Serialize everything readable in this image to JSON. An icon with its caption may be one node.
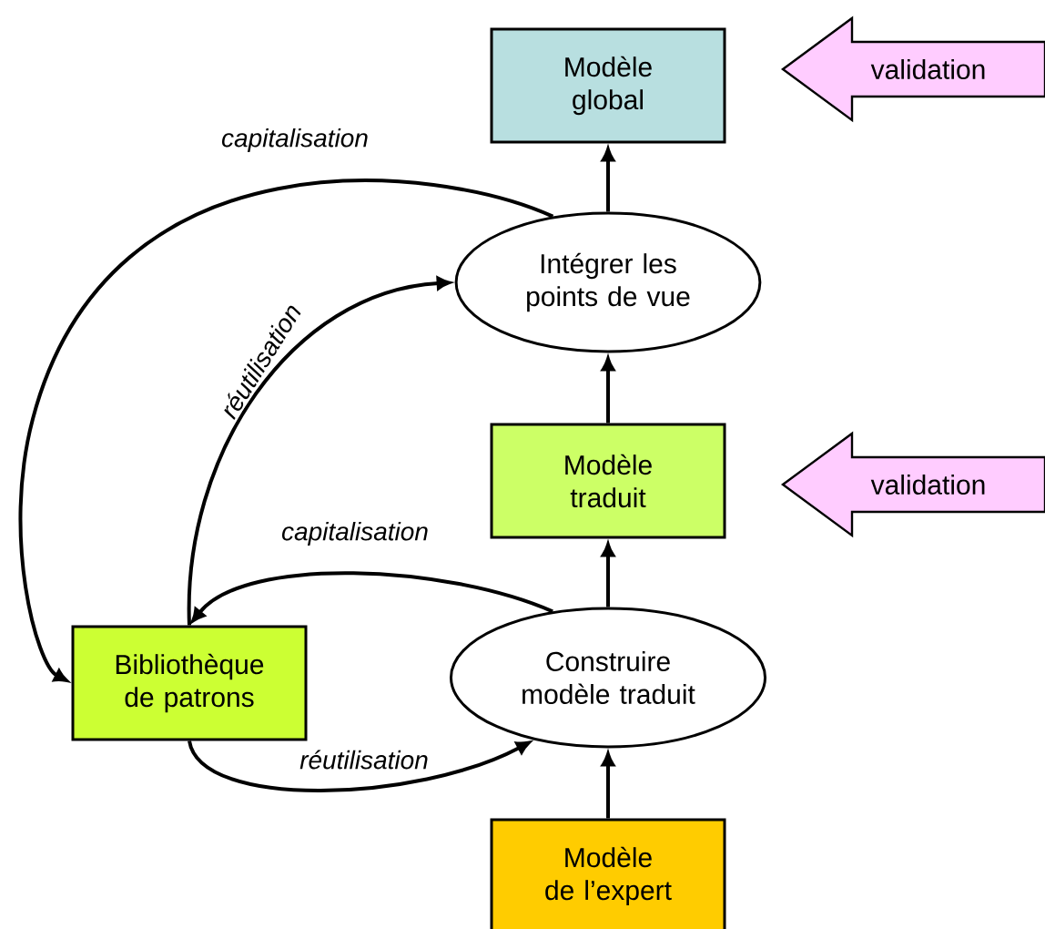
{
  "diagram": {
    "nodes": [
      {
        "text": [
          "Modèle global"
        ]
      },
      {
        "text": [
          "Intégrer les points de vue"
        ]
      },
      {
        "text": [
          "Modèle traduit"
        ]
      },
      {
        "text": [
          "Construire modèle traduit"
        ]
      },
      {
        "text": [
          "Bibliothèque de patrons"
        ]
      },
      {
        "text": [
          "Modèle de l’expert"
        ]
      },
      {
        "text": [
          "validation"
        ]
      },
      {
        "text": [
          "validation"
        ]
      }
    ],
    "edges": [
      {
        "from": 5,
        "to": 3,
        "arrow": "to"
      },
      {
        "from": 3,
        "to": 2,
        "arrow": "to"
      },
      {
        "from": 2,
        "to": 1,
        "arrow": "to"
      },
      {
        "from": 1,
        "to": 0,
        "arrow": "to"
      },
      {
        "from": 1,
        "to": 4,
        "arrow": "to",
        "label": "capitalisation"
      },
      {
        "from": 4,
        "to": 1,
        "arrow": "to",
        "label": "réutilisation"
      },
      {
        "from": 3,
        "to": 4,
        "arrow": "to",
        "label": "capitalisation"
      },
      {
        "from": 4,
        "to": 3,
        "arrow": "to",
        "label": "réutilisation"
      }
    ]
  }
}
